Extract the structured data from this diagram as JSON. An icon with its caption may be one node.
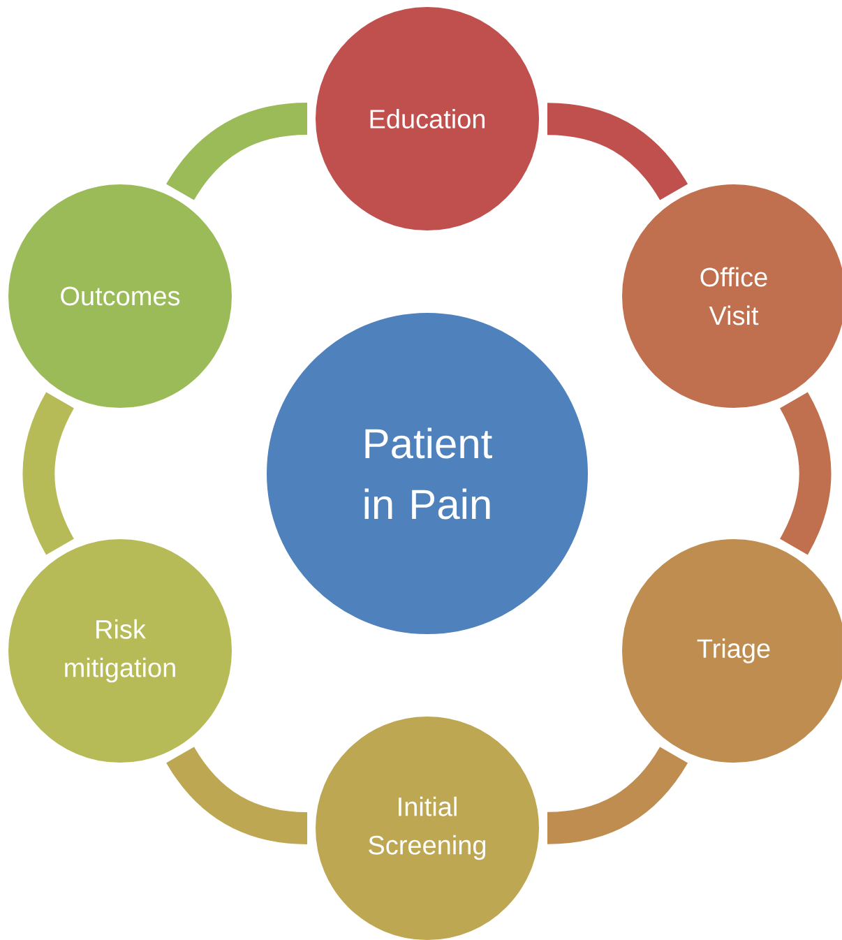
{
  "diagram": {
    "nodes": [
      {
        "text": [
          "Patient in Pain"
        ]
      },
      {
        "text": [
          "Education"
        ]
      },
      {
        "text": [
          "Office Visit"
        ]
      },
      {
        "text": [
          "Triage"
        ]
      },
      {
        "text": [
          "Initial Screening"
        ]
      },
      {
        "text": [
          "Risk mitigation"
        ]
      },
      {
        "text": [
          "Outcomes"
        ]
      }
    ],
    "edges": [
      {
        "from": 1,
        "to": 2,
        "arrow": "none",
        "color": "#c0504d"
      },
      {
        "from": 2,
        "to": 3,
        "arrow": "none",
        "color": "#c0704f"
      },
      {
        "from": 3,
        "to": 4,
        "arrow": "none",
        "color": "#bf8d50"
      },
      {
        "from": 4,
        "to": 5,
        "arrow": "none",
        "color": "#bea752"
      },
      {
        "from": 5,
        "to": 6,
        "arrow": "none",
        "color": "#b7bb57"
      },
      {
        "from": 6,
        "to": 1,
        "arrow": "none",
        "color": "#9bbb59"
      }
    ]
  }
}
